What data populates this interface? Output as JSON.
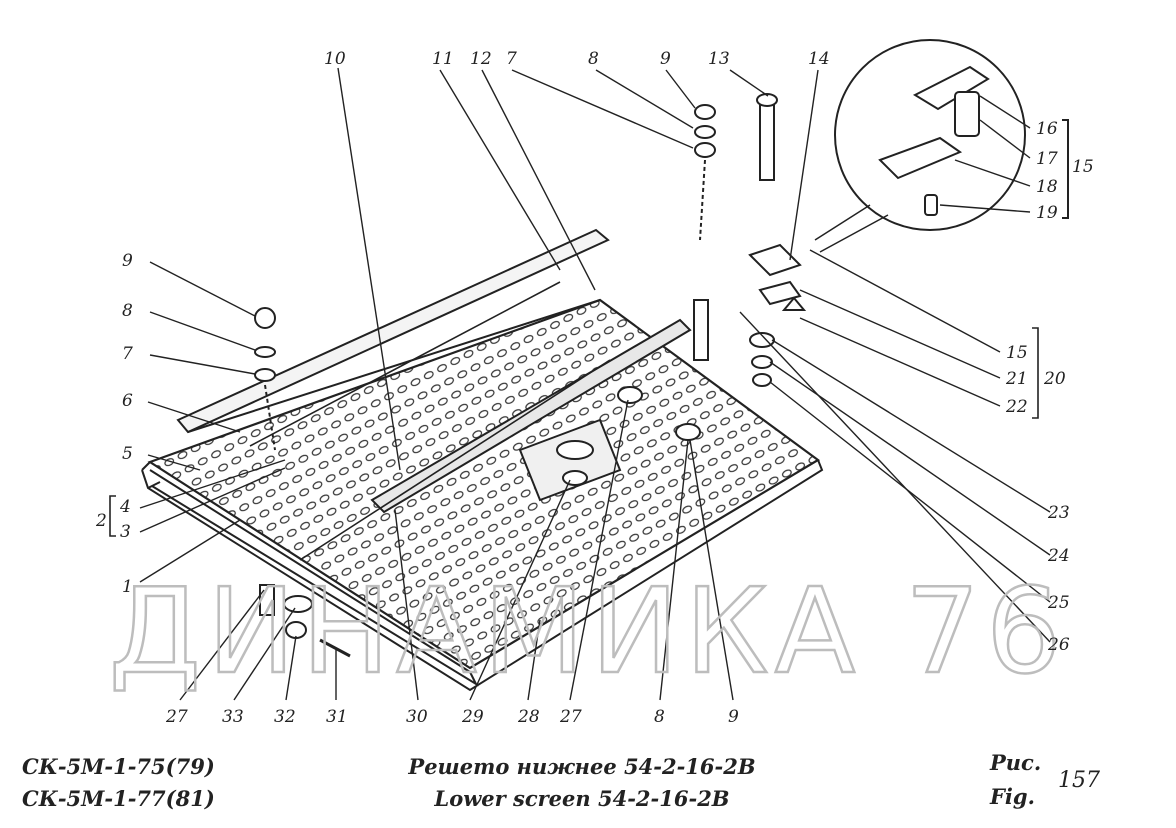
{
  "watermark": "ДИНАМИКА 76",
  "callouts": [
    "1",
    "2",
    "3",
    "4",
    "5",
    "6",
    "7",
    "8",
    "9",
    "10",
    "11",
    "12",
    "13",
    "14",
    "15",
    "16",
    "17",
    "18",
    "19",
    "20",
    "21",
    "22",
    "23",
    "24",
    "25",
    "26",
    "27",
    "28",
    "29",
    "30",
    "31",
    "32",
    "33"
  ],
  "captions": {
    "model_1": "СК-5М-1-75(79)",
    "model_2": "СК-5М-1-77(81)",
    "title_ru": "Решето нижнее 54-2-16-2В",
    "title_en": "Lower screen 54-2-16-2В",
    "fig_ru": "Рис.",
    "fig_en": "Fig.",
    "fig_number": "157"
  },
  "colors": {
    "ink": "#222222",
    "paper": "#ffffff",
    "watermark": "#bdbdbd"
  }
}
